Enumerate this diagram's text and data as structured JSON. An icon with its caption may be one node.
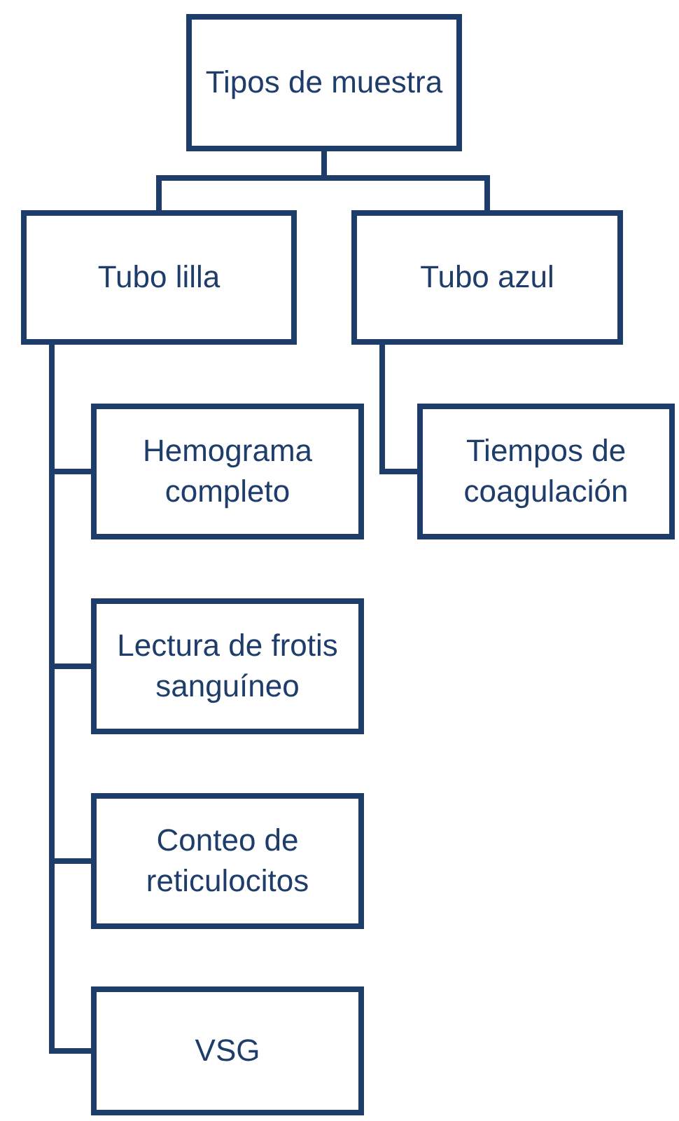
{
  "diagram": {
    "nodes": [
      {
        "text": [
          "Tipos de muestra"
        ]
      },
      {
        "text": [
          "Tubo lilla"
        ]
      },
      {
        "text": [
          "Tubo azul"
        ]
      },
      {
        "text": [
          "Hemograma completo"
        ]
      },
      {
        "text": [
          "Lectura de frotis sanguíneo"
        ]
      },
      {
        "text": [
          "Conteo de reticulocitos"
        ]
      },
      {
        "text": [
          "VSG"
        ]
      },
      {
        "text": [
          "Tiempos de coagulación"
        ]
      }
    ],
    "edges": [
      {
        "from": 0,
        "to": 1,
        "arrow": "none"
      },
      {
        "from": 0,
        "to": 2,
        "arrow": "none"
      },
      {
        "from": 1,
        "to": 3,
        "arrow": "none"
      },
      {
        "from": 1,
        "to": 4,
        "arrow": "none"
      },
      {
        "from": 1,
        "to": 5,
        "arrow": "none"
      },
      {
        "from": 1,
        "to": 6,
        "arrow": "none"
      },
      {
        "from": 2,
        "to": 7,
        "arrow": "none"
      }
    ]
  }
}
